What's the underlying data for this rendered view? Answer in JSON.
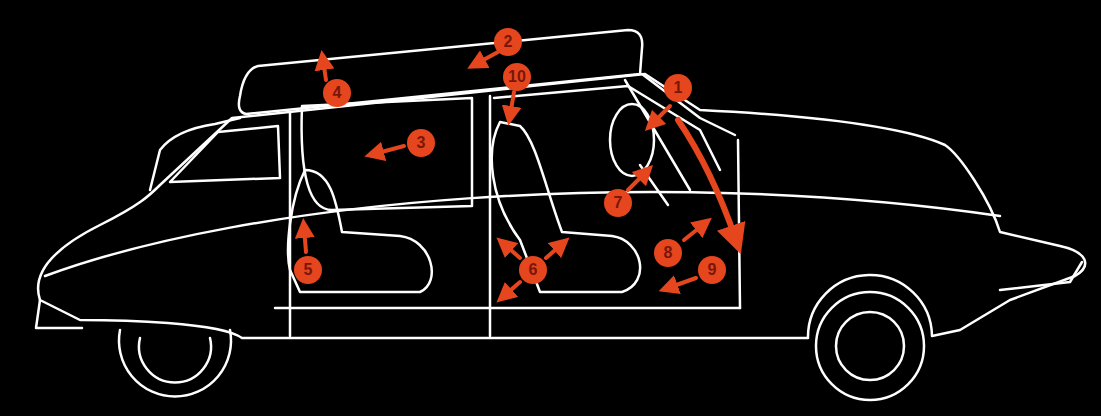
{
  "diagram": {
    "labels": [
      "2",
      "1",
      "10",
      "4",
      "3",
      "7",
      "6",
      "8",
      "9",
      "5"
    ]
  }
}
